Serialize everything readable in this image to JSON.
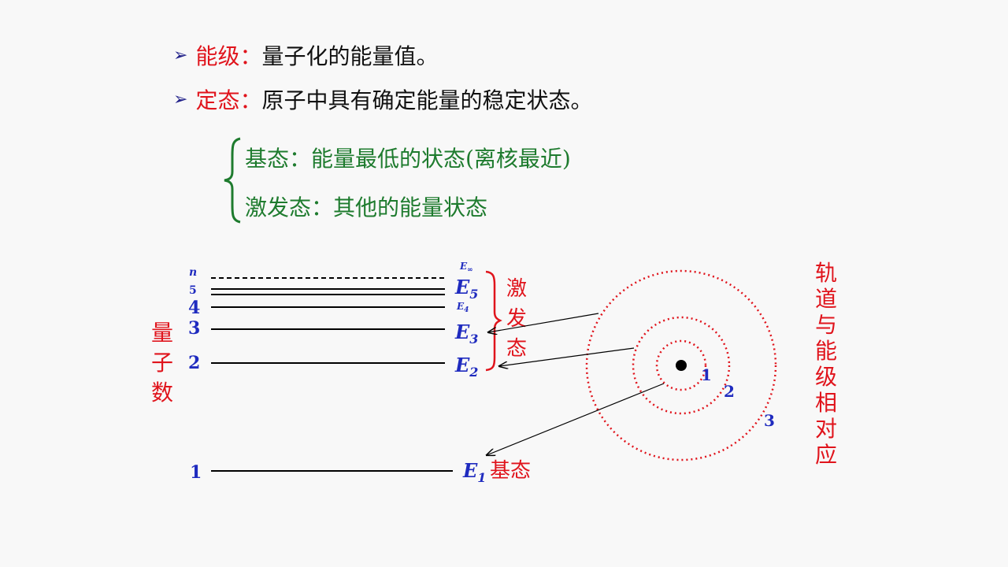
{
  "bullets": [
    {
      "term": "能级：",
      "text": "量子化的能量值。"
    },
    {
      "term": "定态：",
      "text": "原子中具有确定能量的稳定状态。"
    }
  ],
  "states": {
    "ground": "基态：能量最低的状态(离核最近)",
    "excited": "激发态：其他的能量状态"
  },
  "diagram": {
    "quantum_number_label": [
      "量",
      "子",
      "数"
    ],
    "levels": [
      {
        "n": "n",
        "energy": "E",
        "sub": "∞",
        "dashed": true
      },
      {
        "n": "5",
        "energy": "E",
        "sub": "5"
      },
      {
        "n": "4",
        "energy": "E",
        "sub": "4"
      },
      {
        "n": "3",
        "energy": "E",
        "sub": "3"
      },
      {
        "n": "2",
        "energy": "E",
        "sub": "2"
      },
      {
        "n": "1",
        "energy": "E",
        "sub": "1"
      }
    ],
    "excited_label": [
      "激",
      "发",
      "态"
    ],
    "ground_label": "基态",
    "orbit_labels": [
      "1",
      "2",
      "3"
    ],
    "side_label": [
      "轨",
      "道",
      "与",
      "能",
      "级",
      "相",
      "对",
      "应"
    ]
  },
  "colors": {
    "red": "#e0141c",
    "blue": "#1f2bbf",
    "green": "#1e7b2e",
    "orbit": "#e0141c"
  }
}
